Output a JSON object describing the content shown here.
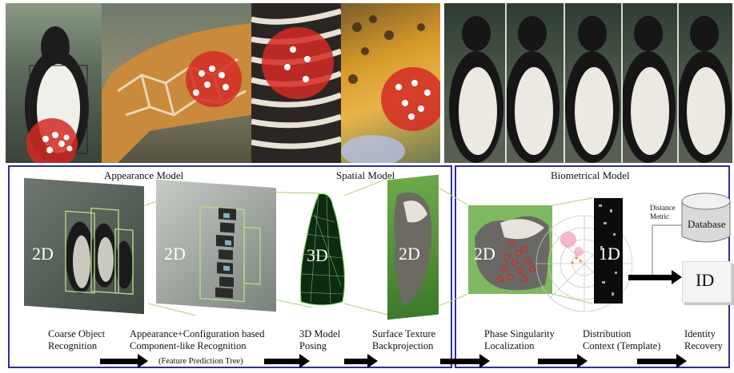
{
  "sections": {
    "appearance": "Appearance Model",
    "spatial": "Spatial Model",
    "biometrical": "Biometrical Model"
  },
  "dims": {
    "d2a": "2D",
    "d2b": "2D",
    "d3": "3D",
    "d2c": "2D",
    "d2d": "2D",
    "d1": "1D"
  },
  "side": {
    "distance_metric": "Distance\nMetric",
    "database": "Database",
    "id": "ID"
  },
  "steps": [
    "Coarse Object\nRecognition",
    "Appearance+Configuration based\nComponent-like Recognition",
    "(Feature Prediction Tree)",
    "3D Model\nPosing",
    "Surface Texture\nBackprojection",
    "Phase Singularity\nLocalization",
    "Distribution\nContext (Template)",
    "Identity\nRecovery"
  ],
  "colors": {
    "frame_blue": "#2b2f9c",
    "green_line": "#b6d98a",
    "spot_red": "#d42a24"
  }
}
